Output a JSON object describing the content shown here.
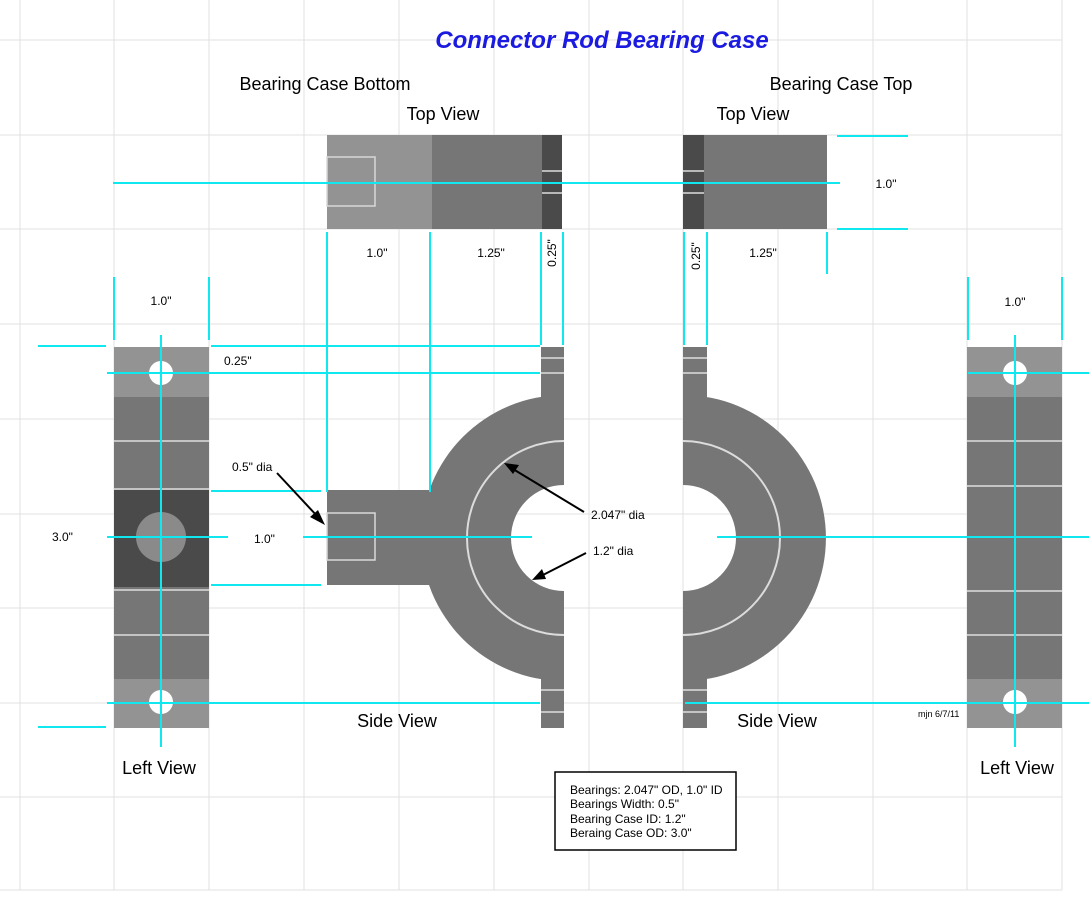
{
  "title": "Connector Rod Bearing Case",
  "labels": {
    "bottom_heading": "Bearing Case Bottom",
    "top_heading": "Bearing Case Top",
    "top_view_bottom": "Top View",
    "top_view_top": "Top View",
    "side_view_bottom": "Side View",
    "side_view_top": "Side View",
    "left_view_bottom": "Left View",
    "left_view_top": "Left View"
  },
  "dimensions": {
    "bottom_top_w1": "1.0\"",
    "bottom_top_w2": "1.25\"",
    "bottom_top_w3": "0.25\"",
    "top_top_w1": "0.25\"",
    "top_top_w2": "1.25\"",
    "top_top_height": "1.0\"",
    "left_width": "1.0\"",
    "right_width": "1.0\"",
    "flange": "0.25\"",
    "boss_dia": "0.5\" dia",
    "outer_dia": "2.047\" dia",
    "inner_dia": "1.2\" dia",
    "height": "3.0\"",
    "arm_height": "1.0\""
  },
  "signature": "mjn 6/7/11",
  "notes": [
    "Bearings:  2.047\" OD, 1.0\" ID",
    "Bearings Width: 0.5\"",
    "Bearing Case ID:  1.2\"",
    "Beraing Case OD:  3.0\""
  ],
  "colors": {
    "light_gray": "#939393",
    "mid_gray": "#767676",
    "dark_gray": "#4a4a4a",
    "cyan": "#10e8f0",
    "title_blue": "#1a1ae0"
  }
}
